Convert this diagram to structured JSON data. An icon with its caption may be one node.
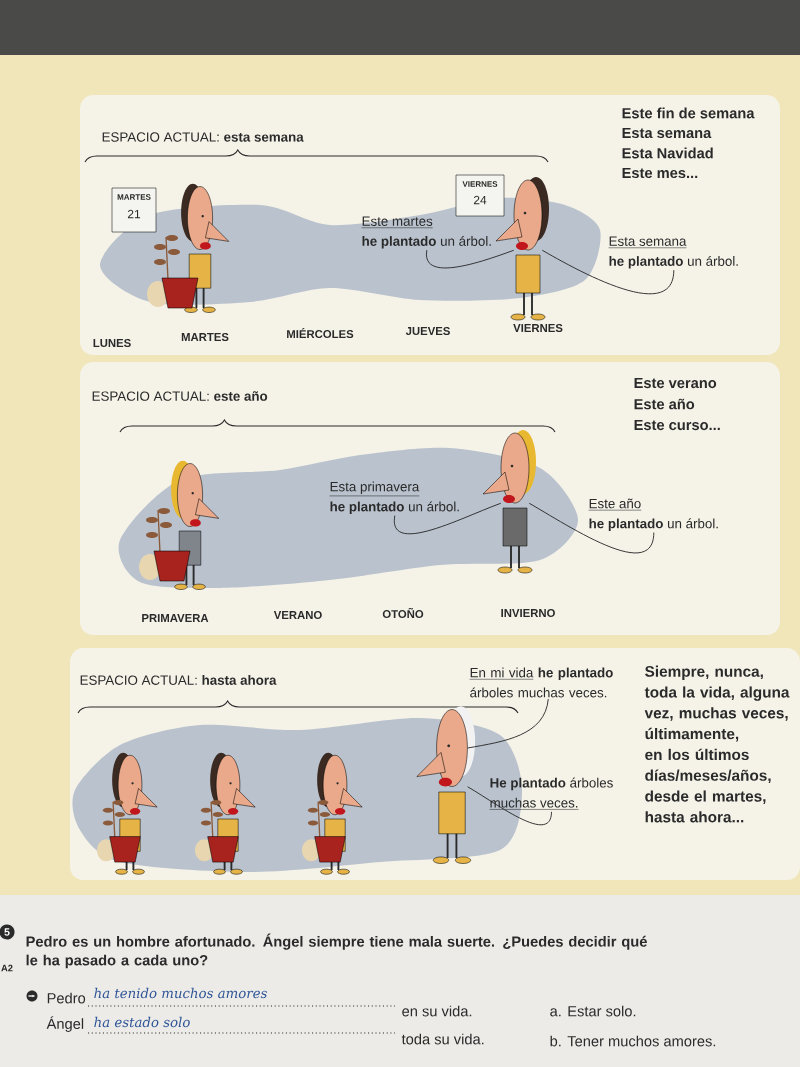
{
  "diagram": {
    "nodes": [
      {
        "text": [
          "ESPACIO ACTUAL: **esta semana**"
        ]
      },
      {
        "text": [
          "Este martes",
          "**he plantado** un árbol."
        ],
        "in": 0
      },
      {
        "text": [
          "Esta semana",
          "**he plantado** un árbol."
        ],
        "in": 0
      },
      {
        "text": [],
        "shape": "person",
        "in": 0
      },
      {
        "text": [
          "ESPACIO ACTUAL: **este año**"
        ]
      },
      {
        "text": [
          "Esta primavera",
          "**he plantado** un árbol."
        ],
        "in": 4
      },
      {
        "text": [
          "Este año",
          "**he plantado** un árbol."
        ],
        "in": 4
      },
      {
        "text": [],
        "shape": "person",
        "in": 4
      },
      {
        "text": [
          "ESPACIO ACTUAL: **hasta ahora**"
        ]
      },
      {
        "text": [
          "En mi vida",
          "**he plantado** árboles muchas veces."
        ],
        "in": 8
      },
      {
        "text": [
          "**He plantado** árboles",
          "muchas veces."
        ],
        "in": 8
      },
      {
        "text": [],
        "shape": "person",
        "in": 8
      }
    ],
    "edges": [
      {
        "from": 1,
        "to": 3,
        "arrow": "none"
      },
      {
        "from": 2,
        "to": 3,
        "arrow": "none"
      },
      {
        "from": 5,
        "to": 7,
        "arrow": "none"
      },
      {
        "from": 6,
        "to": 7,
        "arrow": "none"
      },
      {
        "from": 9,
        "to": 11,
        "arrow": "none"
      },
      {
        "from": 10,
        "to": 11,
        "arrow": "none"
      }
    ],
    "labels": [
      "Este fin de semana",
      "Esta semana",
      "Esta Navidad",
      "Este mes...",
      "MARTES",
      "21",
      "VIERNES",
      "24",
      "LUNES",
      "MARTES",
      "MIÉRCOLES",
      "JUEVES",
      "VIERNES",
      "Este verano",
      "Este año",
      "Este curso...",
      "PRIMAVERA",
      "VERANO",
      "OTOÑO",
      "INVIERNO",
      "Siempre, nunca, toda la vida, alguna vez, muchas veces, últimamente, en los últimos días/meses/años, desde el martes, hasta ahora...",
      "5",
      "A2",
      "Pedro es un hombre afortunado. Ángel siempre tiene mala suerte. ¿Puedes decidir qué le ha pasado a cada uno?",
      "Pedro",
      "ha tenido muchos amores",
      "en su vida.",
      "a. Estar solo.",
      "Ángel",
      "ha estado solo",
      "toda su vida.",
      "b. Tener muchos amores."
    ]
  }
}
